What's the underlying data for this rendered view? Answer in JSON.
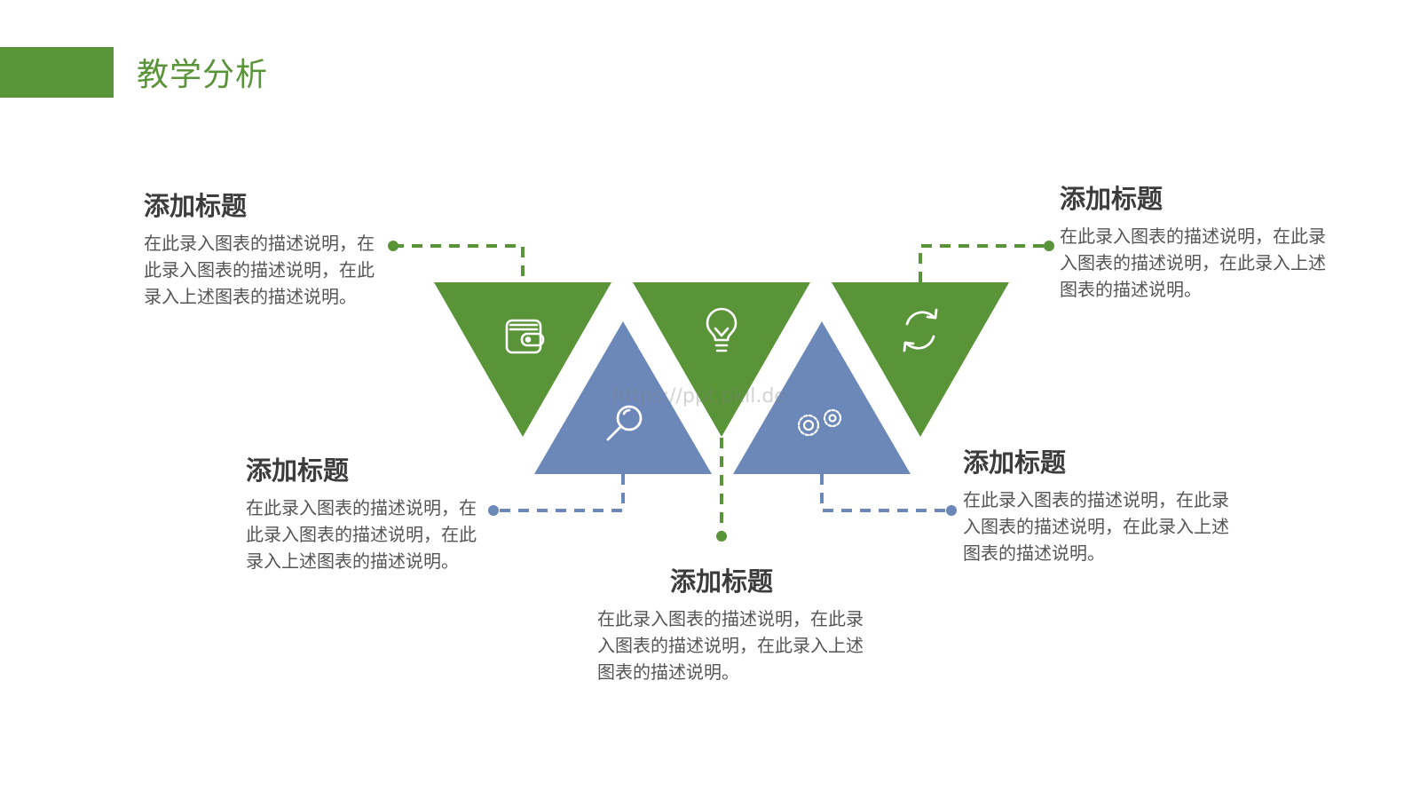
{
  "page": {
    "title": "教学分析"
  },
  "colors": {
    "green": "#5a9438",
    "blue": "#6b88b8",
    "text_dark": "#3c3c3c",
    "text_body": "#555555"
  },
  "watermark": "https://ppt.pkll.de",
  "blocks": [
    {
      "id": "wallet",
      "title": "添加标题",
      "desc": "在此录入图表的描述说明，在此录入图表的描述说明，在此录入上述图表的描述说明。",
      "icon": "wallet-icon"
    },
    {
      "id": "lightbulb",
      "title": "添加标题",
      "desc": "在此录入图表的描述说明，在此录入图表的描述说明，在此录入上述图表的描述说明。",
      "icon": "lightbulb-icon"
    },
    {
      "id": "refresh",
      "title": "添加标题",
      "desc": "在此录入图表的描述说明，在此录入图表的描述说明，在此录入上述图表的描述说明。",
      "icon": "refresh-icon"
    },
    {
      "id": "search",
      "title": "添加标题",
      "desc": "在此录入图表的描述说明，在此录入图表的描述说明，在此录入上述图表的描述说明。",
      "icon": "search-icon"
    },
    {
      "id": "gears",
      "title": "添加标题",
      "desc": "在此录入图表的描述说明，在此录入图表的描述说明，在此录入上述图表的描述说明。",
      "icon": "gears-icon"
    }
  ]
}
